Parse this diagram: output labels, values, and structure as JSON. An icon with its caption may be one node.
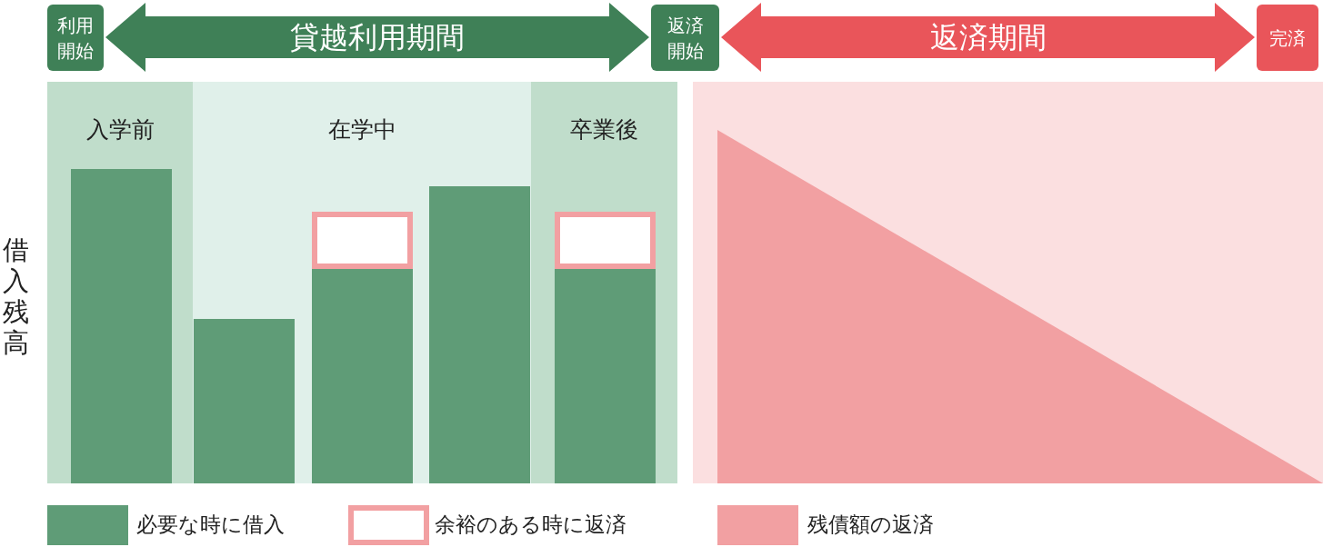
{
  "diagram": {
    "nodes": [
      {
        "text": [
          "利用開始"
        ]
      },
      {
        "text": [
          "返済開始"
        ]
      },
      {
        "text": [
          "完済"
        ]
      },
      {
        "text": [
          "入学前"
        ]
      },
      {
        "text": [
          "在学中"
        ]
      },
      {
        "text": [
          "卒業後"
        ]
      },
      {
        "text": [],
        "shape": "bar",
        "in": 3
      },
      {
        "text": [],
        "shape": "bar",
        "in": 4
      },
      {
        "text": [],
        "shape": "bar",
        "in": 4
      },
      {
        "text": [],
        "shape": "box",
        "in": 4
      },
      {
        "text": [],
        "shape": "bar",
        "in": 4
      },
      {
        "text": [],
        "shape": "bar",
        "in": 5
      },
      {
        "text": [],
        "shape": "box",
        "in": 5
      },
      {
        "text": [],
        "shape": "band"
      },
      {
        "text": [],
        "shape": "triangle",
        "in": 13
      }
    ],
    "edges": [
      {
        "from": 0,
        "to": 1,
        "arrow": "both",
        "label": "貸越利用期間",
        "color": "#3f8057"
      },
      {
        "from": 1,
        "to": 2,
        "arrow": "both",
        "label": "返済期間",
        "color": "#e9555a"
      }
    ],
    "labels": [
      "借入残高"
    ],
    "legend": [
      {
        "text": "必要な時に借入",
        "color": "#5f9c77"
      },
      {
        "text": "余裕のある時に返済"
      },
      {
        "text": "残債額の返済",
        "color": "#f2a0a2"
      }
    ]
  }
}
